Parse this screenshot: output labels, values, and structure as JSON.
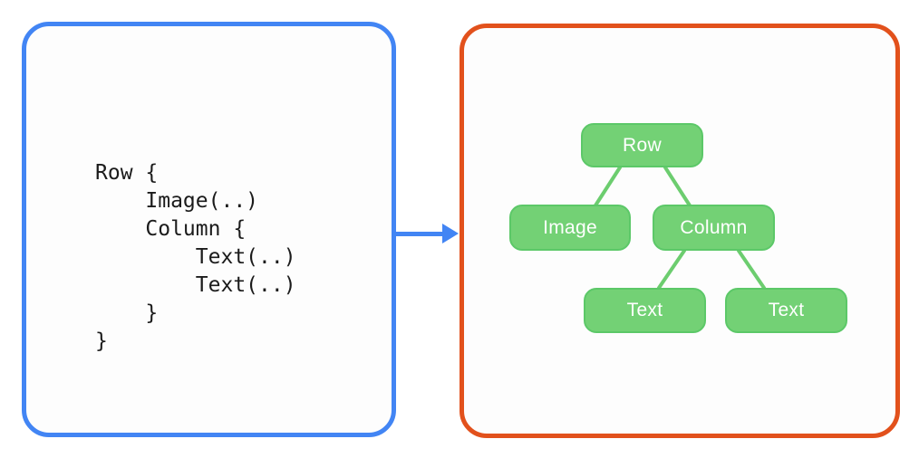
{
  "code_panel": {
    "language": "compose-dsl",
    "lines": [
      "Row {",
      "    Image(..)",
      "    Column {",
      "        Text(..)",
      "        Text(..)",
      "    }",
      "}"
    ],
    "border_color": "#4285F4",
    "text_color": "#1b1b1b"
  },
  "arrow": {
    "direction": "right",
    "color": "#4285F4"
  },
  "tree_panel": {
    "border_color": "#E2511C",
    "node_fill_color": "#73D175",
    "node_border_color": "#5CC868",
    "node_text_color": "#FFFFFF",
    "connector_color": "#6CCD6F",
    "nodes": {
      "row": "Row",
      "image": "Image",
      "column": "Column",
      "text1": "Text",
      "text2": "Text"
    },
    "edges": [
      {
        "from": "row",
        "to": "image"
      },
      {
        "from": "row",
        "to": "column"
      },
      {
        "from": "column",
        "to": "text1"
      },
      {
        "from": "column",
        "to": "text2"
      }
    ]
  }
}
